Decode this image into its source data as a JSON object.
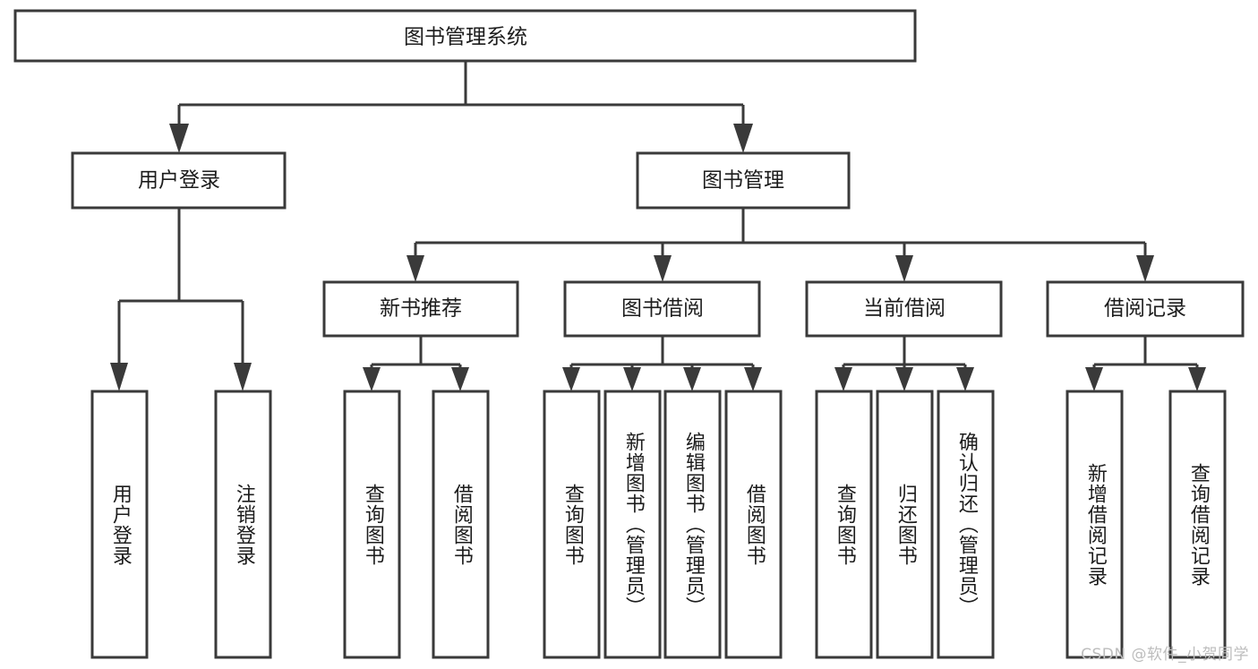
{
  "diagram": {
    "kind": "tree-hierarchy",
    "title": "图书管理系统",
    "colors": {
      "stroke": "#3a3a3a",
      "box_fill": "#ffffff",
      "text": "#1c1c1c",
      "background": "#ffffff",
      "watermark": "#bdbdbd"
    },
    "root": {
      "label": "图书管理系统"
    },
    "level2": [
      {
        "label": "用户登录"
      },
      {
        "label": "图书管理"
      }
    ],
    "level3": [
      {
        "label": "新书推荐"
      },
      {
        "label": "图书借阅"
      },
      {
        "label": "当前借阅"
      },
      {
        "label": "借阅记录"
      }
    ],
    "leaves": {
      "user_login": [
        {
          "label": "用户登录"
        },
        {
          "label": "注销登录"
        }
      ],
      "new_book_recommend": [
        {
          "label": "查询图书"
        },
        {
          "label": "借阅图书"
        }
      ],
      "book_borrow": [
        {
          "label": "查询图书"
        },
        {
          "label": "新增图书（管理员）"
        },
        {
          "label": "编辑图书（管理员）"
        },
        {
          "label": "借阅图书"
        }
      ],
      "current_borrow": [
        {
          "label": "查询图书"
        },
        {
          "label": "归还图书"
        },
        {
          "label": "确认归还（管理员）"
        }
      ],
      "borrow_record": [
        {
          "label": "新增借阅记录"
        },
        {
          "label": "查询借阅记录"
        }
      ]
    },
    "watermark": "CSDN @软件_小贺同学"
  }
}
